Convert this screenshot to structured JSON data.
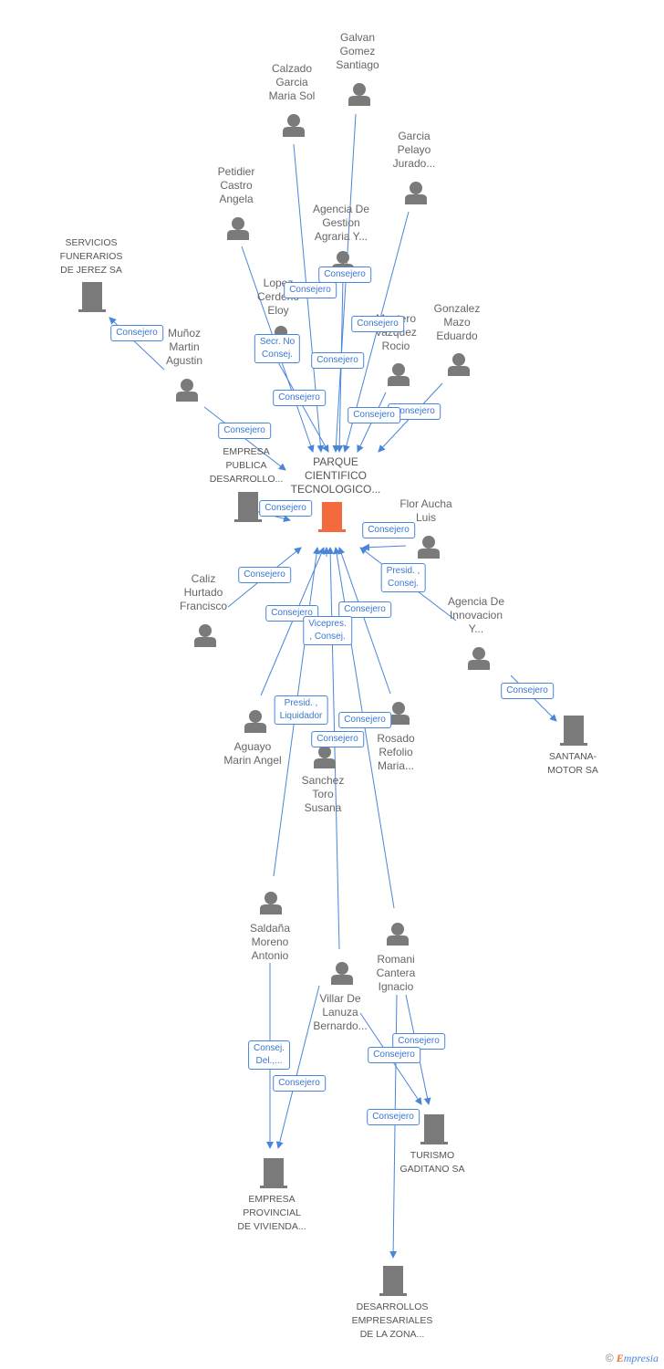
{
  "nodes": [
    {
      "id": "galvan",
      "label": "Galvan\nGomez\nSantiago",
      "kind": "person"
    },
    {
      "id": "calzado",
      "label": "Calzado\nGarcia\nMaria Sol",
      "kind": "person"
    },
    {
      "id": "garcia",
      "label": "Garcia\nPelayo\nJurado...",
      "kind": "person"
    },
    {
      "id": "petidier",
      "label": "Petidier\nCastro\nAngela",
      "kind": "person"
    },
    {
      "id": "agencia_gestion",
      "label": "Agencia De\nGestion\nAgraria Y...",
      "kind": "person"
    },
    {
      "id": "servicios",
      "label": "SERVICIOS\nFUNERARIOS\nDE JEREZ SA",
      "kind": "company"
    },
    {
      "id": "lopez",
      "label": "Lopez\nCerdeño\nEloy",
      "kind": "person"
    },
    {
      "id": "montero",
      "label": "Montero\nVazquez\nRocio",
      "kind": "person"
    },
    {
      "id": "gonzalez",
      "label": "Gonzalez\nMazo\nEduardo",
      "kind": "person"
    },
    {
      "id": "munoz",
      "label": "Muñoz\nMartin\nAgustin",
      "kind": "person"
    },
    {
      "id": "empresa_publica",
      "label": "EMPRESA\nPUBLICA\nDESARROLLO...",
      "kind": "company"
    },
    {
      "id": "parque",
      "label": "PARQUE\nCIENTIFICO\nTECNOLOGICO...",
      "kind": "main"
    },
    {
      "id": "flor",
      "label": "Flor Aucha\nLuis",
      "kind": "person"
    },
    {
      "id": "caliz",
      "label": "Caliz\nHurtado\nFrancisco",
      "kind": "person"
    },
    {
      "id": "agencia_innov",
      "label": "Agencia De\nInnovacion\nY...",
      "kind": "person"
    },
    {
      "id": "santana",
      "label": "SANTANA-\nMOTOR SA",
      "kind": "company"
    },
    {
      "id": "aguayo",
      "label": "Aguayo\nMarin Angel",
      "kind": "person"
    },
    {
      "id": "rosado",
      "label": "Rosado\nRefolio\nMaria...",
      "kind": "person"
    },
    {
      "id": "sanchez",
      "label": "Sanchez\nToro\nSusana",
      "kind": "person"
    },
    {
      "id": "saldana",
      "label": "Saldaña\nMoreno\nAntonio",
      "kind": "person"
    },
    {
      "id": "romani",
      "label": "Romani\nCantera\nIgnacio",
      "kind": "person"
    },
    {
      "id": "villar",
      "label": "Villar De\nLanuza\nBernardo...",
      "kind": "person"
    },
    {
      "id": "turismo",
      "label": "TURISMO\nGADITANO SA",
      "kind": "company"
    },
    {
      "id": "empresa_prov",
      "label": "EMPRESA\nPROVINCIAL\nDE VIVIENDA...",
      "kind": "company"
    },
    {
      "id": "desarrollos",
      "label": "DESARROLLOS\nEMPRESARIALES\nDE LA ZONA...",
      "kind": "company"
    }
  ],
  "edge_labels": [
    "Consejero",
    "Consejero",
    "Consejero",
    "Secr. No\nConsej.",
    "Consejero",
    "Consejero",
    "Consejero",
    "Consejero",
    "Consejero",
    "Consejero",
    "Consejero",
    "Consejero",
    "Consejero",
    "Presid. ,\nConsej.",
    "Consejero",
    "Consejero",
    "Consejero",
    "Presid. ,\nLiquidador",
    "Vicepres.\n, Consej.",
    "Consejero",
    "Consejero",
    "Consej.\nDel.,...",
    "Consejero",
    "Consejero",
    "Consejero",
    "Consejero"
  ],
  "colors": {
    "edge": "#4a86d8",
    "person": "#7a7a7a",
    "company": "#7a7a7a",
    "main": "#f26a3d",
    "label_text": "#3a78d0"
  },
  "footer": {
    "copyright": "©",
    "brand_e": "E",
    "brand_rest": "mpresia"
  }
}
